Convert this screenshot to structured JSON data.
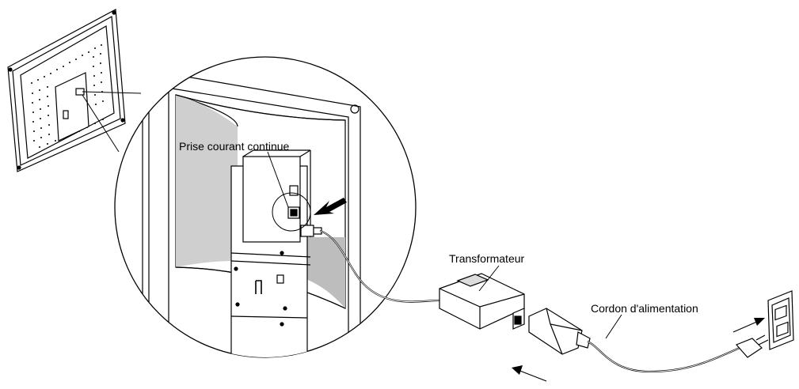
{
  "labels": {
    "dc_socket": "Prise courant continue",
    "transformer": "Transformateur",
    "power_cord": "Cordon d'alimentation"
  },
  "colors": {
    "line": "#000000",
    "panel": "#ffffff",
    "shade": "#bdbdbd",
    "dark": "#2a2a2a"
  }
}
